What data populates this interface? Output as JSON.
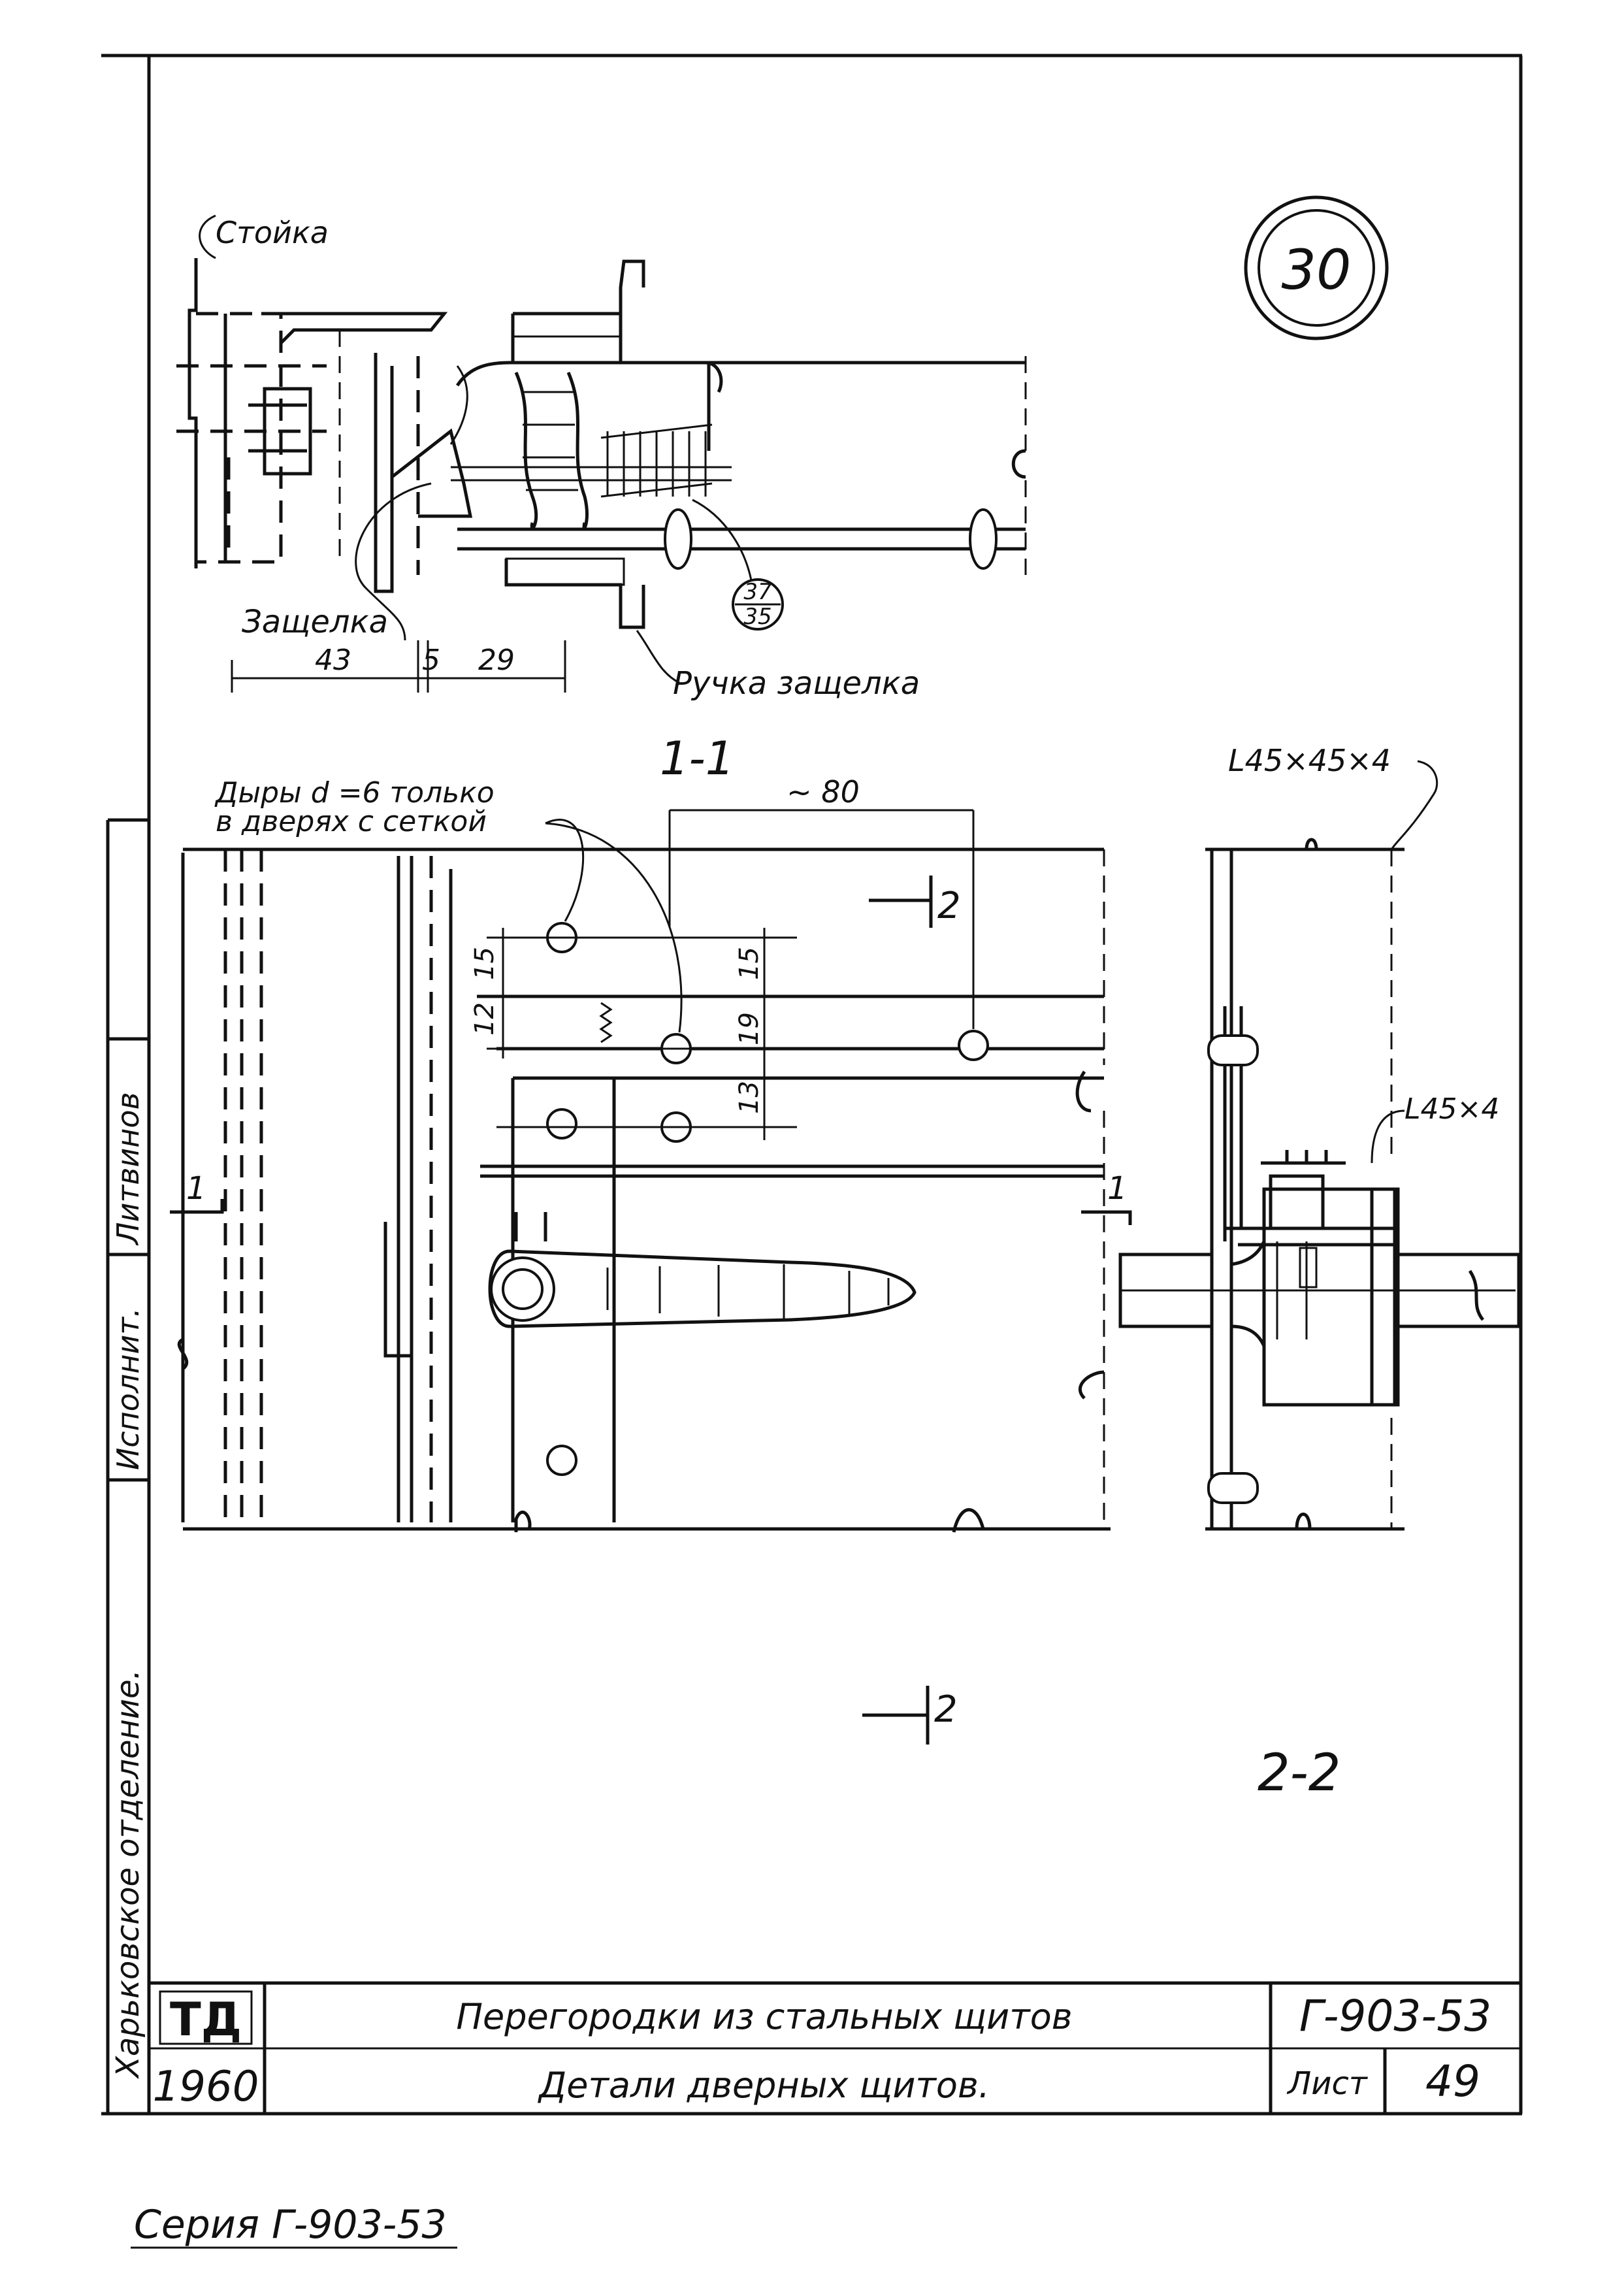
{
  "drawing": {
    "sheet_mark": "30",
    "labels": {
      "stoyka": "Стойка",
      "zashchelka": "Защелка",
      "ruchka": "Ручка защелка",
      "callout_top": "37",
      "callout_bottom": "35",
      "holes_note_line1": "Дыры d =6 только",
      "holes_note_line2": "в дверях с сеткой",
      "section_1_1": "1-1",
      "section_2_2": "2-2",
      "cut_2": "2",
      "cut_1": "1",
      "angle_big": "L45×45×4",
      "angle_small": "L45×4"
    },
    "dimensions": {
      "d43": "43",
      "d5": "5",
      "d29": "29",
      "d80": "~ 80",
      "d15a": "15",
      "d15b": "15",
      "d12": "12",
      "d19": "19",
      "d13": "13"
    }
  },
  "side_stamp": {
    "org": "Харьковское отделение.",
    "role": "Исполнит.",
    "name": "Литвинов"
  },
  "title_block": {
    "logo": "ТД",
    "year": "1960",
    "title": "Перегородки из стальных щитов",
    "subtitle": "Детали дверных щитов.",
    "code": "Г-903-53",
    "sheet_label": "Лист",
    "sheet_no": "49"
  },
  "series_caption": "Серия Г-903-53"
}
